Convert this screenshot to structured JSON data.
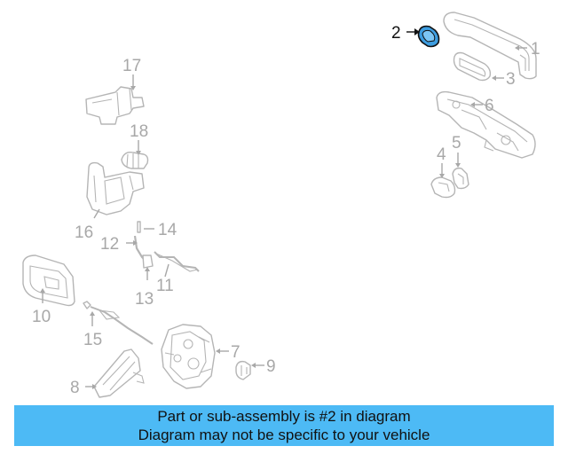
{
  "diagram": {
    "callouts": [
      {
        "number": "1",
        "name": "outside-handle"
      },
      {
        "number": "2",
        "name": "handle-pad",
        "highlighted": true
      },
      {
        "number": "3",
        "name": "handle-gasket"
      },
      {
        "number": "4",
        "name": "lock-cylinder-cap"
      },
      {
        "number": "5",
        "name": "lock-cylinder-bezel"
      },
      {
        "number": "6",
        "name": "handle-frame"
      },
      {
        "number": "7",
        "name": "latch-assembly"
      },
      {
        "number": "8",
        "name": "latch-bracket"
      },
      {
        "number": "9",
        "name": "clip"
      },
      {
        "number": "10",
        "name": "inside-handle"
      },
      {
        "number": "11",
        "name": "lock-rod"
      },
      {
        "number": "12",
        "name": "rod-link"
      },
      {
        "number": "13",
        "name": "rod-clip"
      },
      {
        "number": "14",
        "name": "pin"
      },
      {
        "number": "15",
        "name": "release-cable"
      },
      {
        "number": "16",
        "name": "upper-hinge"
      },
      {
        "number": "17",
        "name": "lower-hinge"
      },
      {
        "number": "18",
        "name": "door-check-bumper"
      }
    ],
    "highlight_color": "#111111",
    "part_color": "#b5b5b5"
  },
  "banner": {
    "line1": "Part or sub-assembly is #2 in diagram",
    "line2": "Diagram may not be specific to your vehicle",
    "background": "#4dbaf5"
  }
}
